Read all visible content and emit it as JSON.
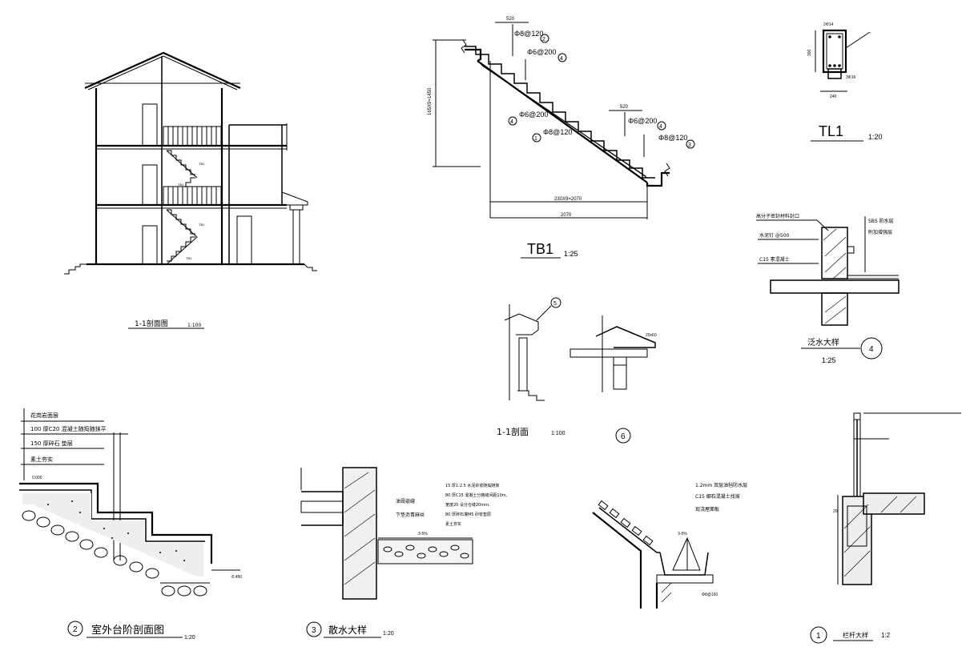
{
  "section_1_1": {
    "title": "1-1剖面图",
    "scale": "1:100",
    "stair_labels": [
      "TB1",
      "TB1",
      "TB1",
      "TB1"
    ]
  },
  "tb1": {
    "title": "TB1",
    "scale": "1:25",
    "dims": {
      "top_width": "520",
      "mid_width": "520",
      "height": "165X9=1450",
      "run": "230X9=2070",
      "total": "2070"
    },
    "rebar": [
      "Φ8@120",
      "Φ6@200",
      "Φ6@200",
      "Φ8@120",
      "Φ6@200",
      "Φ8@120"
    ],
    "markers": [
      "2",
      "4",
      "4",
      "1",
      "4",
      "3"
    ]
  },
  "tl1": {
    "title": "TL1",
    "scale": "1:20",
    "dims": {
      "top": "2Φ14",
      "height": "300",
      "bottom": "3Φ16",
      "width": "240"
    }
  },
  "flashing": {
    "title": "泛水大样",
    "scale": "1:25",
    "marker": "4",
    "labels": [
      "高分子密封材料封口",
      "水泥钉 @500",
      "C15 素混凝土",
      "SBS 防水层",
      "附加增强层"
    ]
  },
  "section_small": {
    "title": "1-1剖面",
    "scale": "1:100",
    "marker_top": "5",
    "detail_marker": "6",
    "eave_label": "20x60"
  },
  "steps": {
    "marker": "2",
    "title": "室外台阶剖面图",
    "scale": "1:20",
    "layers": [
      "花岗岩面层",
      "100 厚C20  混凝土随捣随抹平",
      "150 厚碎石  垫层",
      "素土夯实"
    ],
    "level_top": "0.000",
    "level_bottom": "-0.450"
  },
  "apron": {
    "marker": "3",
    "title": "散水大样",
    "scale": "1:20",
    "side_labels": [
      "油膏嵌缝",
      "下垫沥青麻丝"
    ],
    "layers": [
      "15 厚1:2.5 水泥砂浆随捣随抹",
      "80 厚C15 混凝土分格缝间距10m,",
      "宽度20 设分仓缝20mm,",
      "80 厚碎石灌M5 砂浆垫层",
      "素土夯实"
    ],
    "slope": "3-5%"
  },
  "eave": {
    "labels": [
      "1.2mm  双层油毡防水层",
      "C15 细石混凝土找坡",
      "现浇屋面板"
    ],
    "slope": "3-5%",
    "note": "Φ8@150"
  },
  "railing": {
    "marker": "1",
    "title": "栏杆大样",
    "scale": "1:2",
    "dim": "20"
  }
}
